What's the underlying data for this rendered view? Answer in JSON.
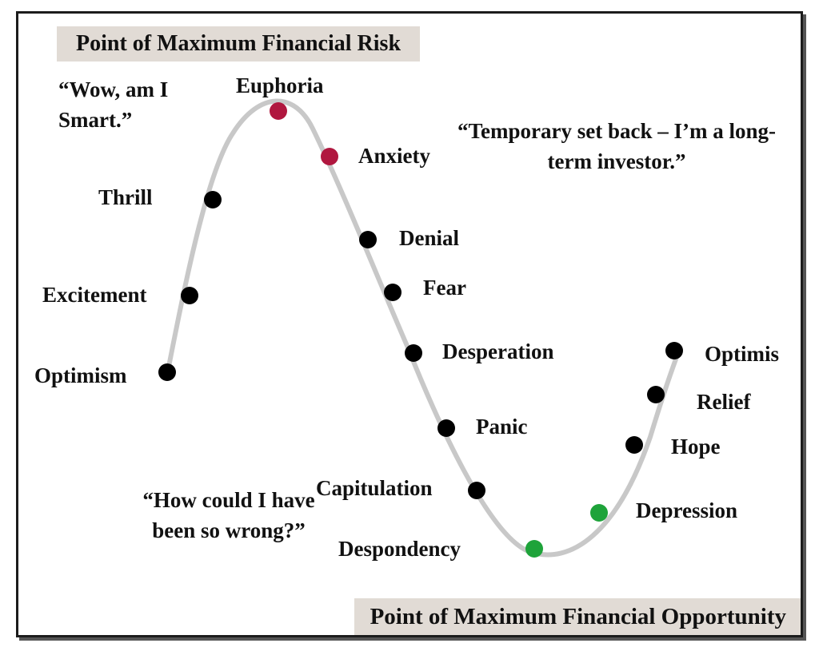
{
  "banners": {
    "top": "Point of Maximum Financial Risk",
    "bottom": "Point of Maximum Financial Opportunity"
  },
  "quotes": {
    "smart": "“Wow, am I Smart.”",
    "setback": "“Temporary set back – I’m a long-term investor.”",
    "wrong": "“How could I have been so wrong?”"
  },
  "stages": [
    {
      "id": "optimism",
      "label": "Optimism",
      "color": "#000000"
    },
    {
      "id": "excitement",
      "label": "Excitement",
      "color": "#000000"
    },
    {
      "id": "thrill",
      "label": "Thrill",
      "color": "#000000"
    },
    {
      "id": "euphoria",
      "label": "Euphoria",
      "color": "#b0173f"
    },
    {
      "id": "anxiety",
      "label": "Anxiety",
      "color": "#b0173f"
    },
    {
      "id": "denial",
      "label": "Denial",
      "color": "#000000"
    },
    {
      "id": "fear",
      "label": "Fear",
      "color": "#000000"
    },
    {
      "id": "desperation",
      "label": "Desperation",
      "color": "#000000"
    },
    {
      "id": "panic",
      "label": "Panic",
      "color": "#000000"
    },
    {
      "id": "capitulation",
      "label": "Capitulation",
      "color": "#000000"
    },
    {
      "id": "despondency",
      "label": "Despondency",
      "color": "#1ea33a"
    },
    {
      "id": "depression",
      "label": "Depression",
      "color": "#1ea33a"
    },
    {
      "id": "hope",
      "label": "Hope",
      "color": "#000000"
    },
    {
      "id": "relief",
      "label": "Relief",
      "color": "#000000"
    },
    {
      "id": "optimism-2",
      "label": "Optimis",
      "color": "#000000"
    }
  ],
  "colors": {
    "curve": "#c8c8c8",
    "banner_bg": "#e1dbd5"
  }
}
